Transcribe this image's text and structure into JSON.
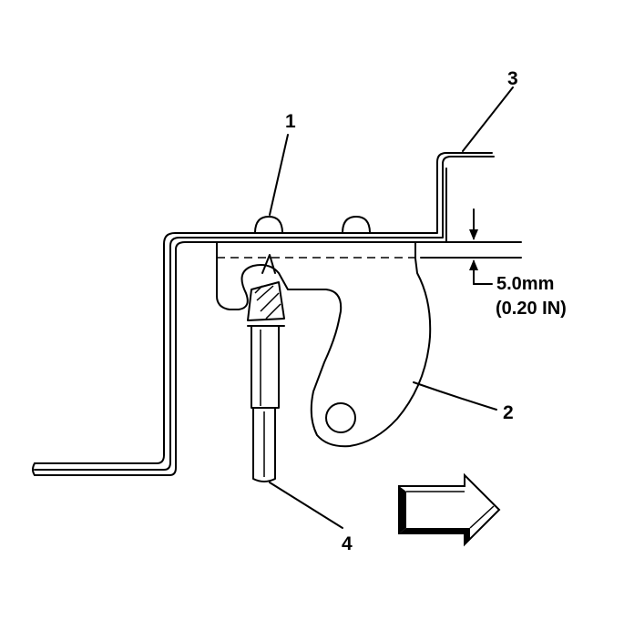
{
  "callouts": {
    "c1": "1",
    "c2": "2",
    "c3": "3",
    "c4": "4"
  },
  "dimension": {
    "metric": "5.0mm",
    "imperial": "(0.20 IN)"
  },
  "icons": {
    "direction_arrow": "right-arrow-icon"
  }
}
